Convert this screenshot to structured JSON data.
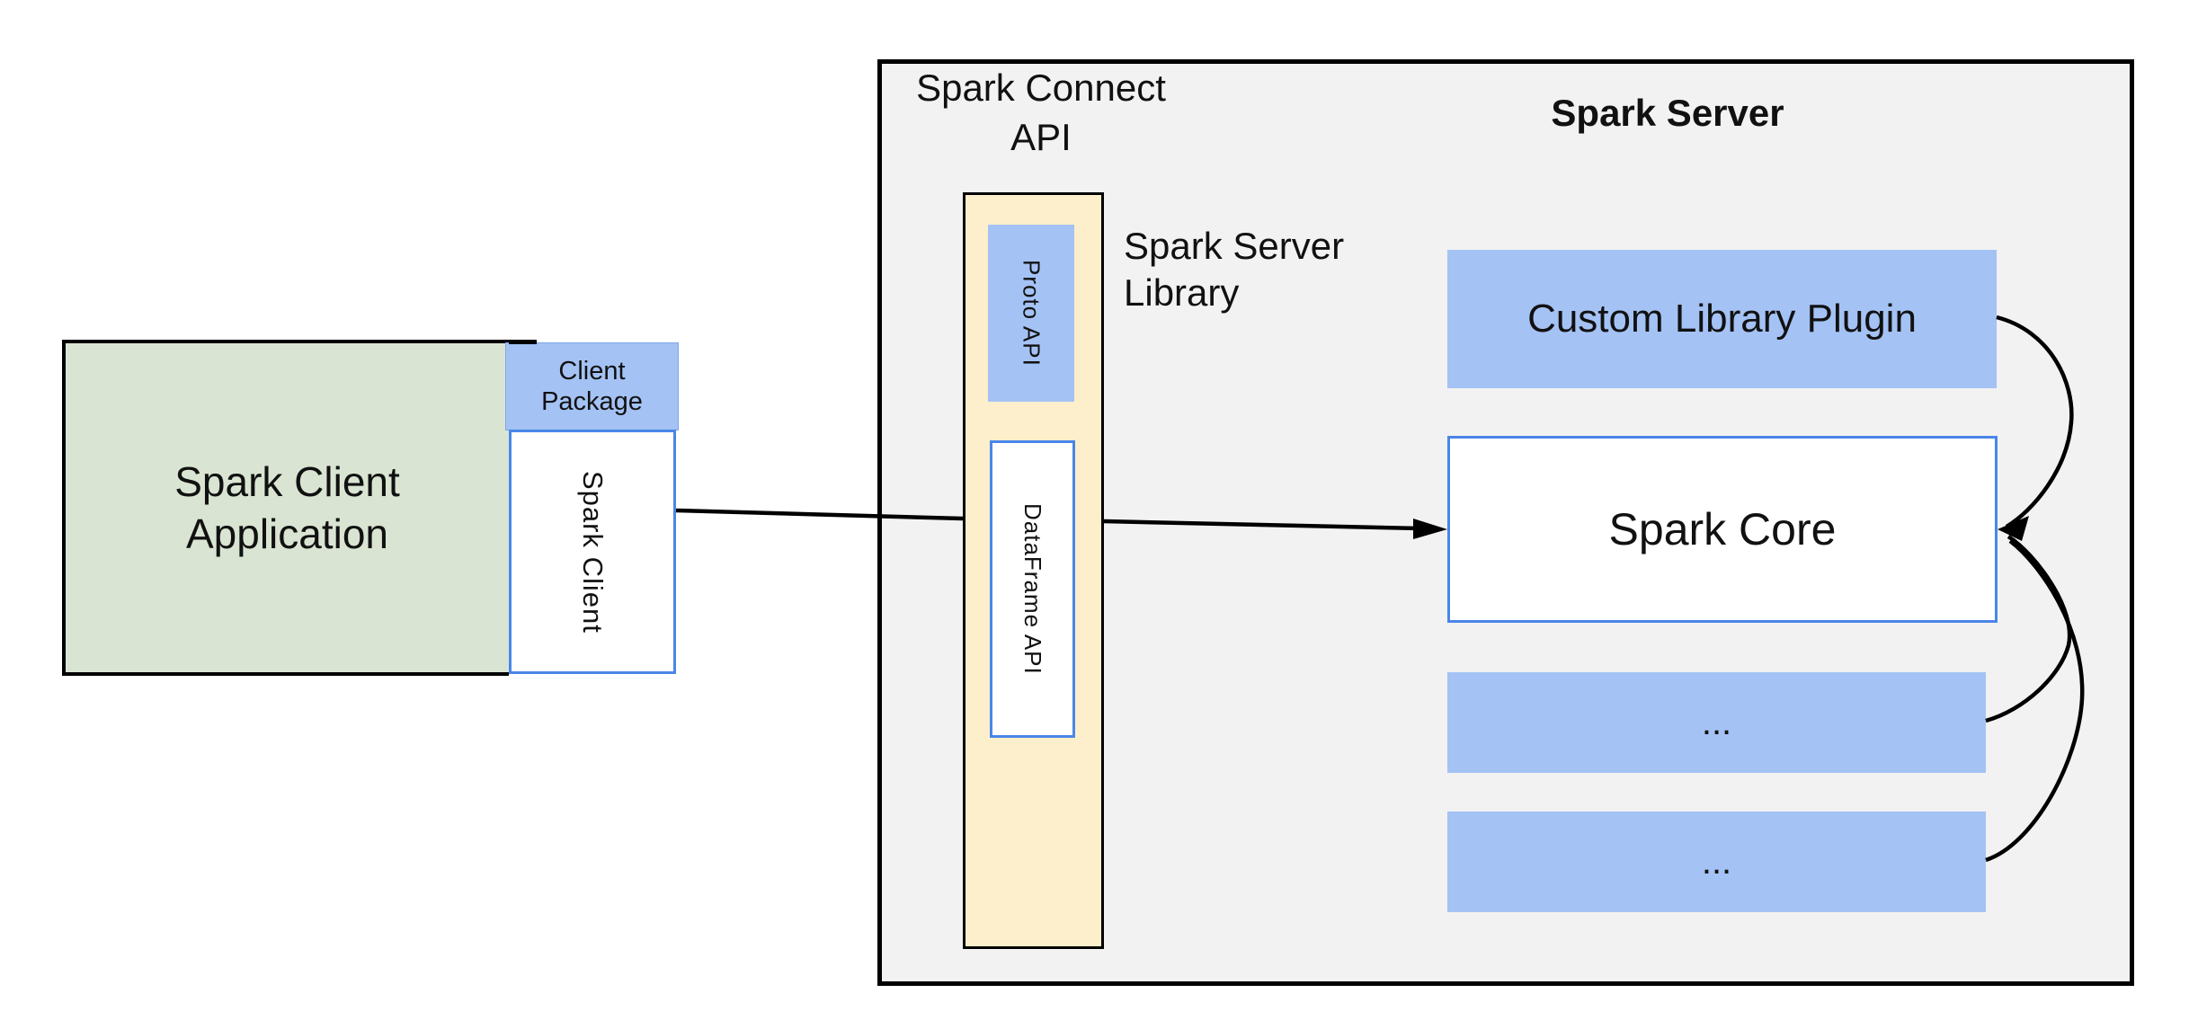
{
  "colors": {
    "green_fill": "#d9e5d2",
    "blue_fill": "#a4c2f4",
    "cream_fill": "#fdefcb",
    "gray_fill": "#f2f2f2",
    "blue_border": "#4a86e8",
    "ink": "#111111"
  },
  "client": {
    "app_lines": [
      "Spark Client",
      "Application"
    ],
    "package_lines": [
      "Client",
      "Package"
    ],
    "spark_client": "Spark Client"
  },
  "connect": {
    "title_lines": [
      "Spark Connect",
      "API"
    ],
    "proto_api": "Proto API",
    "dataframe_api": "DataFrame API",
    "library_lines": [
      "Spark Server",
      "Library"
    ]
  },
  "server": {
    "title": "Spark Server",
    "custom_plugin": "Custom Library Plugin",
    "spark_core": "Spark Core",
    "ellipsis_boxes": [
      "...",
      "..."
    ]
  }
}
